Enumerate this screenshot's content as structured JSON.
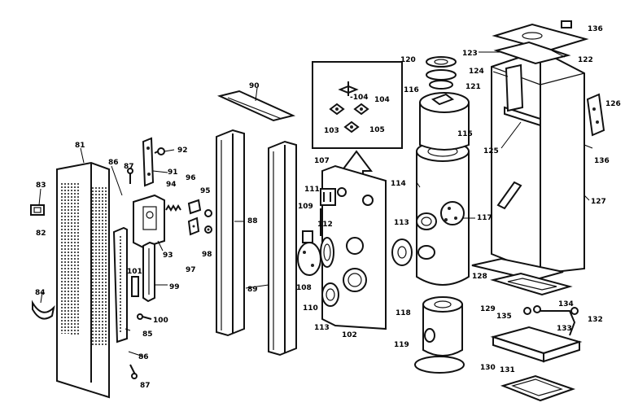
{
  "labels": [
    {
      "id": "81",
      "text": "81"
    },
    {
      "id": "82",
      "text": "82"
    },
    {
      "id": "83",
      "text": "83"
    },
    {
      "id": "84",
      "text": "84"
    },
    {
      "id": "85",
      "text": "85"
    },
    {
      "id": "86a",
      "text": "86"
    },
    {
      "id": "86b",
      "text": "86"
    },
    {
      "id": "87a",
      "text": "87"
    },
    {
      "id": "87b",
      "text": "87"
    },
    {
      "id": "88",
      "text": "88"
    },
    {
      "id": "89",
      "text": "89"
    },
    {
      "id": "90",
      "text": "90"
    },
    {
      "id": "91",
      "text": "91"
    },
    {
      "id": "92",
      "text": "92"
    },
    {
      "id": "93",
      "text": "93"
    },
    {
      "id": "94",
      "text": "94"
    },
    {
      "id": "95",
      "text": "95"
    },
    {
      "id": "96",
      "text": "96"
    },
    {
      "id": "97",
      "text": "97"
    },
    {
      "id": "98",
      "text": "98"
    },
    {
      "id": "99",
      "text": "99"
    },
    {
      "id": "100",
      "text": "100"
    },
    {
      "id": "101",
      "text": "101"
    },
    {
      "id": "102",
      "text": "102"
    },
    {
      "id": "103",
      "text": "103"
    },
    {
      "id": "104a",
      "text": "-104"
    },
    {
      "id": "104b",
      "text": "104"
    },
    {
      "id": "105",
      "text": "105"
    },
    {
      "id": "107",
      "text": "107"
    },
    {
      "id": "108",
      "text": "108"
    },
    {
      "id": "109",
      "text": "109"
    },
    {
      "id": "110",
      "text": "110"
    },
    {
      "id": "111",
      "text": "111"
    },
    {
      "id": "112",
      "text": "112"
    },
    {
      "id": "113a",
      "text": "113"
    },
    {
      "id": "113b",
      "text": "113"
    },
    {
      "id": "114",
      "text": "114"
    },
    {
      "id": "115",
      "text": "115"
    },
    {
      "id": "116",
      "text": "116"
    },
    {
      "id": "117",
      "text": "117"
    },
    {
      "id": "118",
      "text": "118"
    },
    {
      "id": "119",
      "text": "119"
    },
    {
      "id": "120",
      "text": "120"
    },
    {
      "id": "121",
      "text": "121"
    },
    {
      "id": "122",
      "text": "122"
    },
    {
      "id": "123",
      "text": "123"
    },
    {
      "id": "124",
      "text": "124"
    },
    {
      "id": "125",
      "text": "125"
    },
    {
      "id": "126",
      "text": "126"
    },
    {
      "id": "127",
      "text": "127"
    },
    {
      "id": "128",
      "text": "128"
    },
    {
      "id": "129",
      "text": "129"
    },
    {
      "id": "130",
      "text": "130"
    },
    {
      "id": "131",
      "text": "131"
    },
    {
      "id": "132",
      "text": "132"
    },
    {
      "id": "133",
      "text": "133"
    },
    {
      "id": "134",
      "text": "134"
    },
    {
      "id": "135",
      "text": "135"
    },
    {
      "id": "136a",
      "text": "136"
    },
    {
      "id": "136b",
      "text": "136"
    }
  ]
}
